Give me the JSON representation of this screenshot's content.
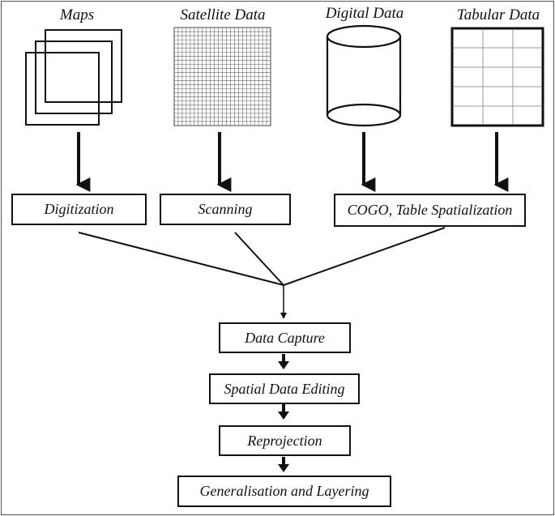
{
  "sources": [
    {
      "id": "maps",
      "label": "Maps",
      "icon": "stacked-maps-icon"
    },
    {
      "id": "satellite",
      "label": "Satellite Data",
      "icon": "raster-grid-icon"
    },
    {
      "id": "digital",
      "label": "Digital Data",
      "icon": "database-cylinder-icon"
    },
    {
      "id": "tabular",
      "label": "Tabular Data",
      "icon": "table-grid-icon"
    }
  ],
  "methods": [
    {
      "id": "digitization",
      "label": "Digitization"
    },
    {
      "id": "scanning",
      "label": "Scanning"
    },
    {
      "id": "cogo",
      "label": "COGO, Table Spatialization"
    }
  ],
  "pipeline": [
    {
      "id": "data-capture",
      "label": "Data Capture"
    },
    {
      "id": "spatial-data-editing",
      "label": "Spatial Data Editing"
    },
    {
      "id": "reprojection",
      "label": "Reprojection"
    },
    {
      "id": "generalisation",
      "label": "Generalisation and Layering"
    }
  ],
  "colors": {
    "stroke": "#111111",
    "frame": "#555555",
    "background": "#ffffff"
  }
}
